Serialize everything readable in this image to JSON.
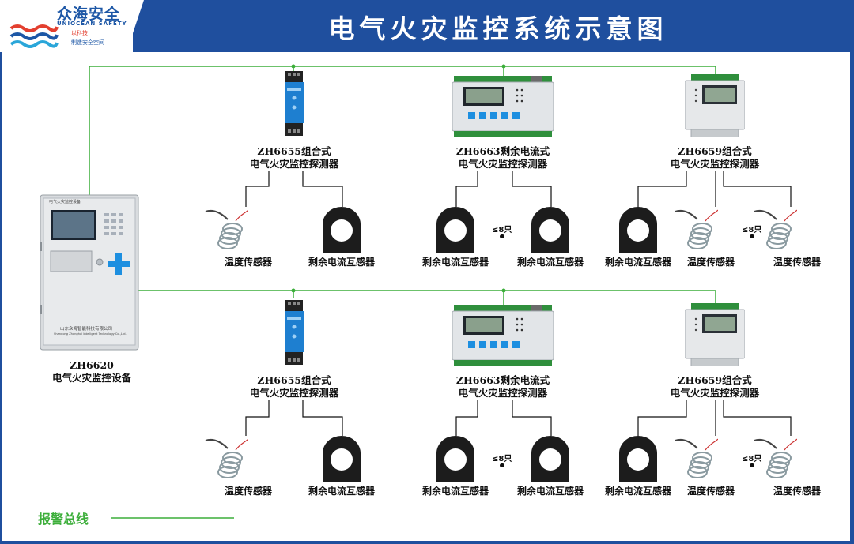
{
  "header": {
    "title": "电气火灾监控系统示意图",
    "brand_name": "众海安全",
    "brand_en": "UNIOCEAN SAFETY",
    "slogan_1": "以科技",
    "slogan_2": "制造安全空间"
  },
  "controller": {
    "model": "ZH6620",
    "name": "电气火灾监控设备",
    "panel_label": "电气火灾监控设备",
    "maker_cn": "山东众海智能科技有限公司",
    "maker_en": "Shandong Zhonghai Intelligent Technology Co.,Ltd."
  },
  "detectors": {
    "zh6655": {
      "model": "ZH6655组合式",
      "name": "电气火灾监控探测器"
    },
    "zh6663": {
      "model": "ZH6663剩余电流式",
      "name": "电气火灾监控探测器"
    },
    "zh6659": {
      "model": "ZH6659组合式",
      "name": "电气火灾监控探测器"
    }
  },
  "sensors": {
    "temperature": "温度传感器",
    "residual_current": "剩余电流互感器",
    "max_qty": "≤8只"
  },
  "legend": {
    "bus": "报警总线",
    "bus_color": "#3cae3a"
  },
  "colors": {
    "header_bg": "#1f4f9e",
    "bus_line": "#3cae3a",
    "wire": "#111111",
    "button_blue": "#1d8fe0"
  }
}
